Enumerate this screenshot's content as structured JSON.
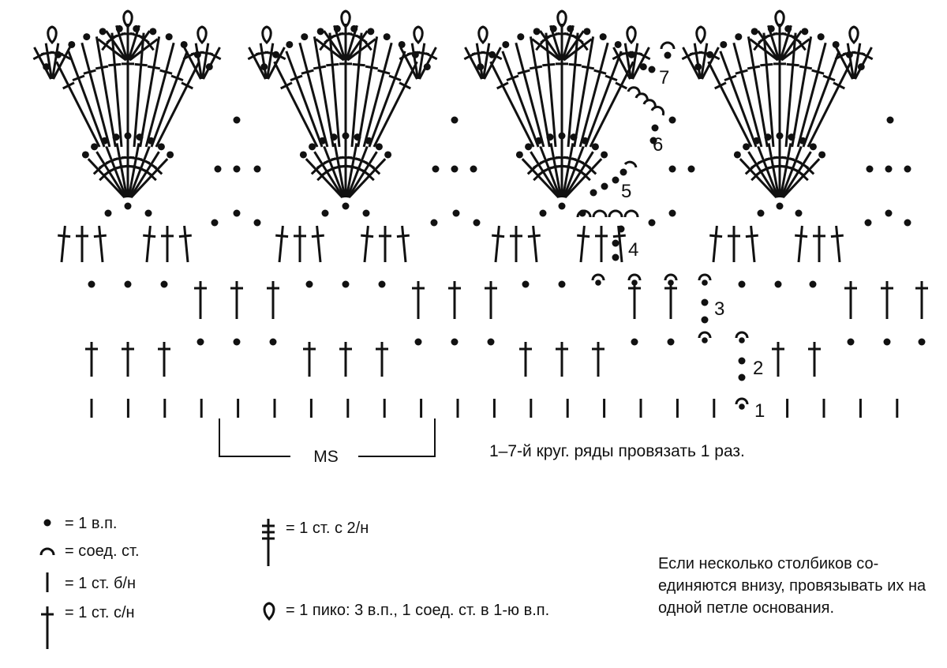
{
  "pattern_repeat_label": "MS",
  "instructions": "1–7-й круг. ряды провязать 1 раз.",
  "row_numbers": [
    "1",
    "2",
    "3",
    "4",
    "5",
    "6",
    "7"
  ],
  "legend": [
    {
      "symbol": "chain",
      "text": "= 1 в.п."
    },
    {
      "symbol": "slip-stitch",
      "text": "= соед. ст."
    },
    {
      "symbol": "single-crochet",
      "text": "= 1 ст. б/н"
    },
    {
      "symbol": "double-crochet",
      "text": "= 1 ст. с/н"
    },
    {
      "symbol": "treble-crochet",
      "text": "= 1 ст. с 2/н"
    },
    {
      "symbol": "picot",
      "text": "= 1 пико: 3 в.п., 1 соед. ст. в 1-ю в.п."
    }
  ],
  "note": "Если несколько столбиков со-единяются внизу, провязывать их на одной петле основания."
}
